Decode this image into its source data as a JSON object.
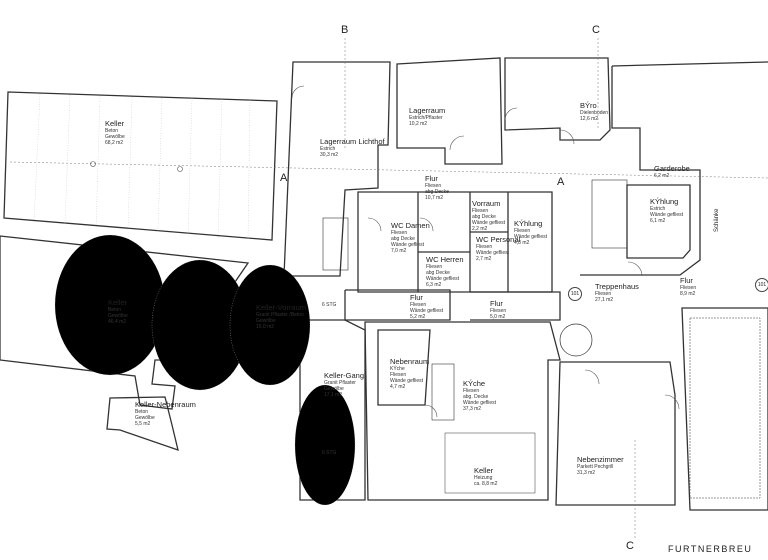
{
  "rooms": [
    {
      "name": "Keller",
      "lines": [
        "Beton",
        "Gewölbe",
        "68,2 m2"
      ]
    },
    {
      "name": "Lagerraum Lichthof",
      "lines": [
        "Estrich",
        "30,3 m2"
      ]
    },
    {
      "name": "Lagerraum",
      "lines": [
        "Estrich/Pflaster",
        "10,2 m2"
      ]
    },
    {
      "name": "BÝro",
      "lines": [
        "Dielenboden",
        "12,6 m2"
      ]
    },
    {
      "name": "Garderobe",
      "lines": [
        "6,2 m2"
      ]
    },
    {
      "name": "KÝhlung",
      "lines": [
        "Estrich",
        "Wände gefliest",
        "6,1 m2"
      ]
    },
    {
      "name": "Flur",
      "lines": [
        "Fliesen",
        "abg Decke",
        "10,7 m2"
      ]
    },
    {
      "name": "Vorraum",
      "lines": [
        "Fliesen",
        "abg Decke",
        "Wände gefliest",
        "2,2 m2"
      ]
    },
    {
      "name": "WC Damen",
      "lines": [
        "Fliesen",
        "abg Decke",
        "Wände gefliest",
        "7,0 m2"
      ]
    },
    {
      "name": "WC Herren",
      "lines": [
        "Fliesen",
        "abg Decke",
        "Wände gefliest",
        "6,3 m2"
      ]
    },
    {
      "name": "WC Personal",
      "lines": [
        "Fliesen",
        "Wände gefliest",
        "2,7 m2"
      ]
    },
    {
      "name": "KÝhlung",
      "lines": [
        "Fliesen",
        "Wände gefliest",
        "4,8 m2"
      ]
    },
    {
      "name": "Treppenhaus",
      "lines": [
        "Fliesen",
        "27,1 m2"
      ]
    },
    {
      "name": "Flur",
      "lines": [
        "Fliesen",
        "8,9 m2"
      ]
    },
    {
      "name": "Schänke",
      "lines": []
    },
    {
      "name": "Keller",
      "lines": [
        "Beton",
        "Gewölbe",
        "46,4 m2"
      ]
    },
    {
      "name": "Keller-Vorraum",
      "lines": [
        "Granit Pflaster /Beton",
        "Gewölbe",
        "15,0 m2"
      ]
    },
    {
      "name": "Keller-Nebenraum",
      "lines": [
        "Beton",
        "Gewölbe",
        "5,5 m2"
      ]
    },
    {
      "name": "Keller-Gang",
      "lines": [
        "Granit Pflaster",
        "Gewölbe",
        "17,1 m2"
      ]
    },
    {
      "name": "Flur",
      "lines": [
        "Fliesen",
        "Wände gefliest",
        "5,2 m2"
      ]
    },
    {
      "name": "Flur",
      "lines": [
        "Fliesen",
        "5,0 m2"
      ]
    },
    {
      "name": "Nebenraum",
      "lines": [
        "KÝche",
        "Fliesen",
        "Wände gefliest",
        "4,7 m2"
      ]
    },
    {
      "name": "KÝche",
      "lines": [
        "Fliesen",
        "abg. Decke",
        "Wände gefliest",
        "37,3 m2"
      ]
    },
    {
      "name": "Keller",
      "lines": [
        "Heizung",
        "ca. 8,8 m2"
      ]
    },
    {
      "name": "Nebenzimmer",
      "lines": [
        "Parkett Pechgrill",
        "31,3 m2"
      ]
    }
  ],
  "section_marks": {
    "b_top": "B",
    "c_top": "C",
    "c_bottom": "C",
    "a_left": "A",
    "a_right": "A"
  },
  "labels": {
    "stair_num_1": "101",
    "stair_num_2": "101",
    "street": "FURTNERBREU",
    "steps": "6 STG",
    "steps2": "6 STG"
  }
}
